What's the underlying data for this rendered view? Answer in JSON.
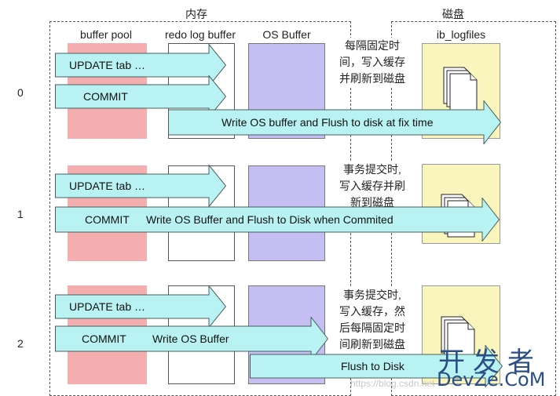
{
  "regions": {
    "memory_title": "内存",
    "disk_title": "磁盘"
  },
  "columns": {
    "buffer_pool": "buffer pool",
    "redo_log_buffer": "redo log buffer",
    "os_buffer": "OS Buffer",
    "ib_logfiles": "ib_logfiles"
  },
  "rows": [
    {
      "index": "0",
      "note": [
        "每隔固定时",
        "间，写入缓存",
        "并刷新到磁盘"
      ],
      "arrows": {
        "update": "UPDATE tab …",
        "commit": "COMMIT",
        "flush": "Write OS buffer and Flush to disk at fix time"
      }
    },
    {
      "index": "1",
      "note": [
        "事务提交时,",
        "写入缓存并刷",
        "新到磁盘"
      ],
      "arrows": {
        "update": "UPDATE tab …",
        "commit": "COMMIT",
        "flush": "Write OS Buffer and Flush to Disk when Commited"
      }
    },
    {
      "index": "2",
      "note": [
        "事务提交时,",
        "写入缓存，然",
        "后每隔固定时",
        "间刷新到磁盘"
      ],
      "arrows": {
        "update": "UPDATE tab …",
        "commit": "COMMIT",
        "write": "Write OS Buffer",
        "flush": "Flush to Disk"
      }
    }
  ],
  "watermark": {
    "url": "https://blog.csdn.net",
    "brand_cn": "开发者",
    "brand_en": "DevZe.CoM"
  },
  "colors": {
    "buffer_pool": "#f4aeb0",
    "os_buffer": "#c4bef2",
    "ib_logfiles": "#f9f5bc",
    "arrow_fill": "#b9f2f2",
    "arrow_stroke": "#4a5d5d"
  }
}
